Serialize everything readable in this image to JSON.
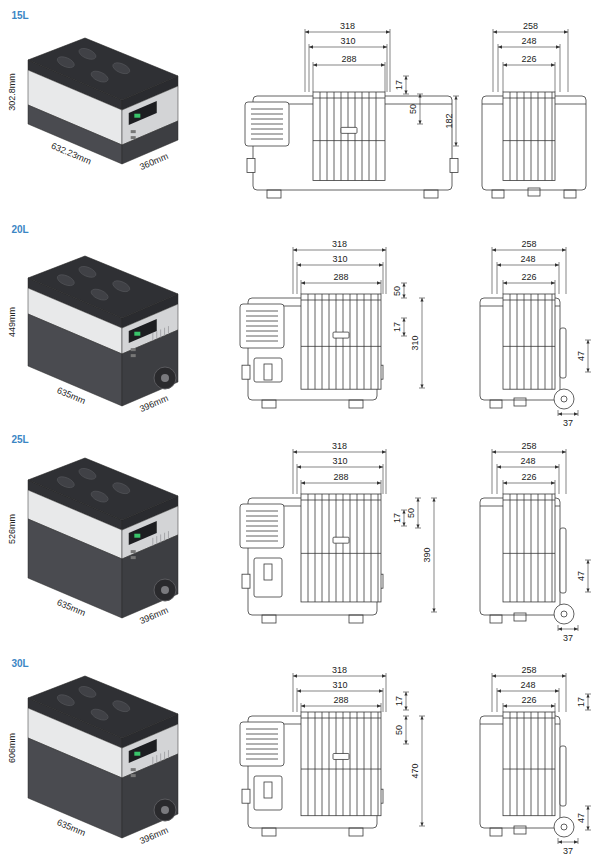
{
  "diagram": {
    "labels": [
      "15L",
      "302.8mm",
      "632.23mm",
      "360mm",
      "318",
      "310",
      "288",
      "17",
      "50",
      "182",
      "258",
      "248",
      "226",
      "20L",
      "449mm",
      "635mm",
      "396mm",
      "318",
      "310",
      "288",
      "50",
      "17",
      "310",
      "258",
      "248",
      "226",
      "47",
      "37",
      "25L",
      "526mm",
      "635mm",
      "396mm",
      "318",
      "310",
      "288",
      "17",
      "50",
      "390",
      "258",
      "248",
      "226",
      "47",
      "37",
      "30L",
      "606mm",
      "635mm",
      "396mm",
      "318",
      "310",
      "288",
      "17",
      "50",
      "470",
      "258",
      "248",
      "226",
      "17",
      "47",
      "37"
    ]
  }
}
